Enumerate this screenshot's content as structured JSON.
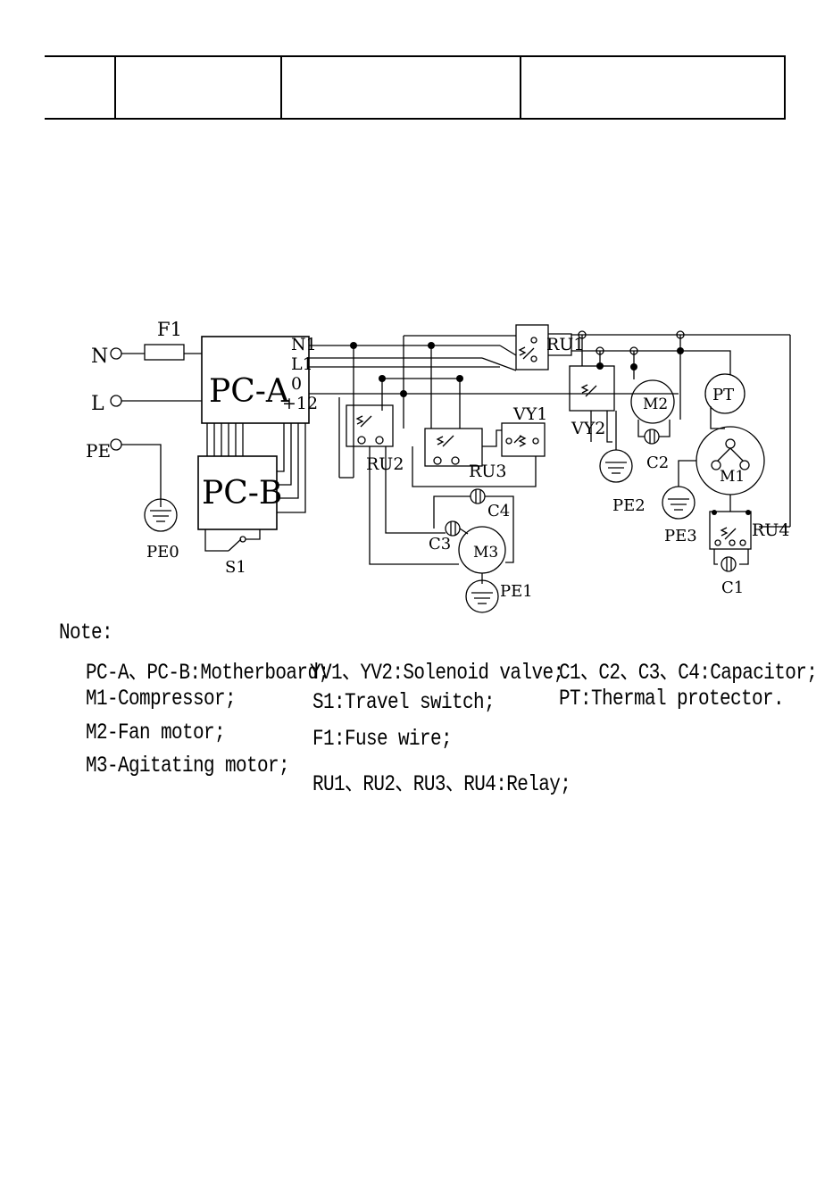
{
  "diagram": {
    "terminals": {
      "n": "N",
      "l": "L",
      "pe": "PE"
    },
    "fuse": "F1",
    "boards": {
      "pca": "PC-A",
      "pcb": "PC-B"
    },
    "pca_pins": [
      "N1",
      "L1",
      "0",
      "+12"
    ],
    "relays": {
      "ru1": "RU1",
      "ru2": "RU2",
      "ru3": "RU3",
      "ru4": "RU4"
    },
    "valves": {
      "vy1": "VY1",
      "vy2": "VY2"
    },
    "motors": {
      "m1": "M1",
      "m2": "M2",
      "m3": "M3"
    },
    "protector": "PT",
    "capacitors": {
      "c1": "C1",
      "c2": "C2",
      "c3": "C3",
      "c4": "C4"
    },
    "grounds": {
      "pe0": "PE0",
      "pe1": "PE1",
      "pe2": "PE2",
      "pe3": "PE3"
    },
    "switch": "S1"
  },
  "notes": {
    "title": "Note:",
    "col1": [
      "PC-A、PC-B:Motherboard;",
      "M1-Compressor;",
      "M2-Fan motor;",
      "M3-Agitating motor;"
    ],
    "col2": [
      "YV1、YV2:Solenoid valve;",
      "S1:Travel switch;",
      "F1:Fuse wire;",
      "RU1、RU2、RU3、RU4:Relay;"
    ],
    "col3": [
      "C1、C2、C3、C4:Capacitor;",
      "PT:Thermal protector."
    ]
  }
}
